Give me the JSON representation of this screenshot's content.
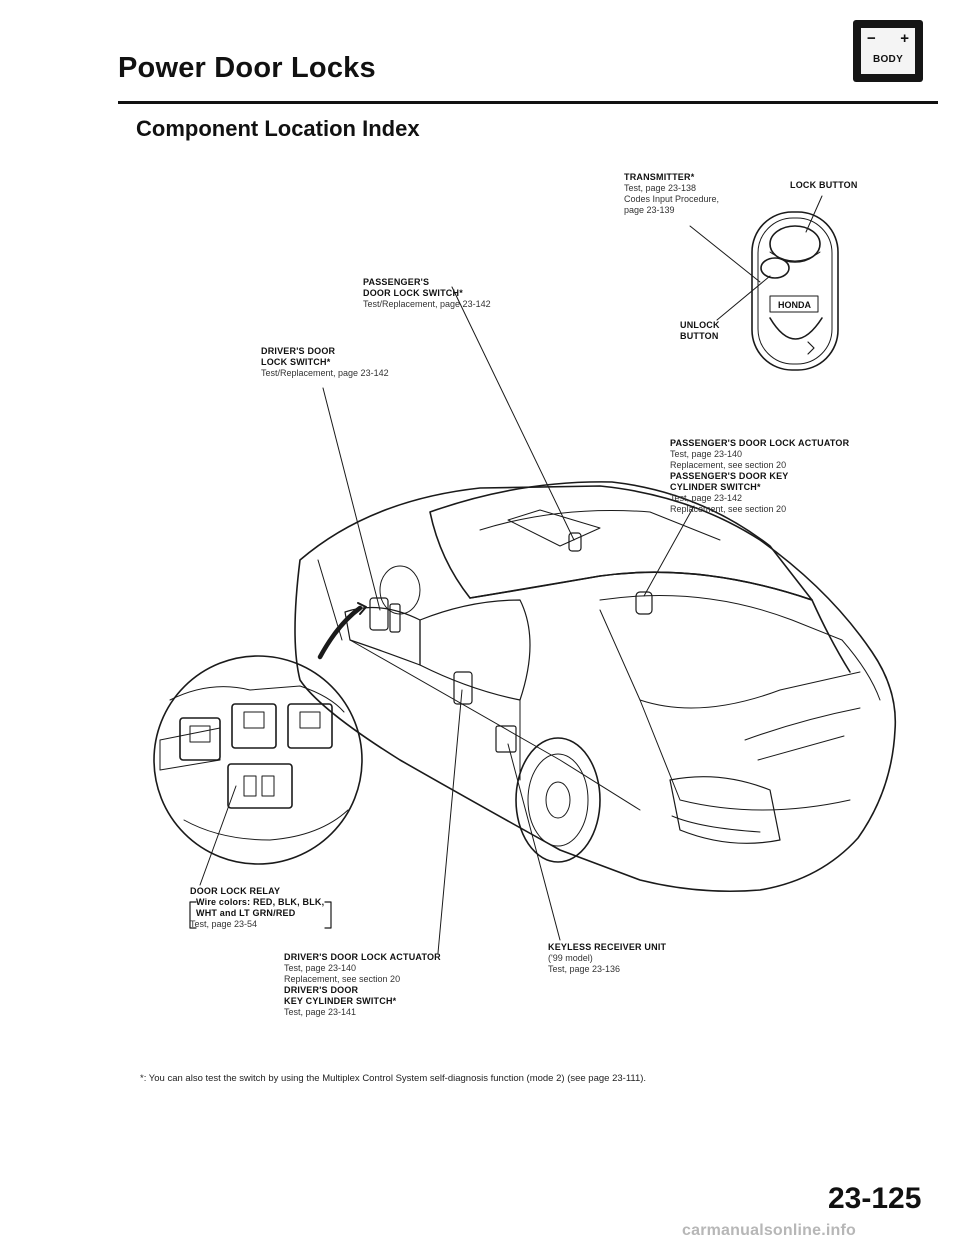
{
  "header": {
    "title": "Power Door Locks",
    "subtitle": "Component Location Index",
    "badge": {
      "minus": "−",
      "plus": "+",
      "text": "BODY"
    }
  },
  "labels": {
    "transmitter": {
      "title": "TRANSMITTER*",
      "lines": [
        "Test, page 23-138",
        "Codes Input Procedure,",
        "page 23-139"
      ]
    },
    "lock_button": {
      "title": "LOCK BUTTON"
    },
    "unlock_button": {
      "title": [
        "UNLOCK",
        "BUTTON"
      ]
    },
    "remote_brand": "HONDA",
    "passengers_door_lock_switch": {
      "title": [
        "PASSENGER'S",
        "DOOR LOCK SWITCH*"
      ],
      "lines": [
        "Test/Replacement, page 23-142"
      ]
    },
    "drivers_door_lock_switch": {
      "title": [
        "DRIVER'S DOOR",
        "LOCK SWITCH*"
      ],
      "lines": [
        "Test/Replacement, page 23-142"
      ]
    },
    "passengers_actuator": {
      "title": "PASSENGER'S DOOR LOCK ACTUATOR",
      "lines": [
        "Test, page 23-140",
        "Replacement, see section 20"
      ],
      "title2": [
        "PASSENGER'S DOOR KEY",
        "CYLINDER SWITCH*"
      ],
      "lines2": [
        "Test, page 23-142",
        "Replacement, see section 20"
      ]
    },
    "door_lock_relay": {
      "title": "DOOR LOCK RELAY",
      "wire": [
        "Wire colors: RED, BLK, BLK,",
        "WHT and LT GRN/RED"
      ],
      "lines": [
        "Test, page 23-54"
      ]
    },
    "drivers_actuator": {
      "title": "DRIVER'S DOOR LOCK ACTUATOR",
      "lines": [
        "Test, page 23-140",
        "Replacement, see section 20"
      ],
      "title2": [
        "DRIVER'S DOOR",
        "KEY CYLINDER SWITCH*"
      ],
      "lines2": [
        "Test, page 23-141"
      ]
    },
    "keyless_receiver": {
      "title": "KEYLESS RECEIVER UNIT",
      "lines": [
        "('99 model)",
        "Test, page 23-136"
      ]
    }
  },
  "footnote": "*: You can also test the switch by using the Multiplex Control System self-diagnosis function (mode 2) (see page 23-111).",
  "page_number": "23-125",
  "watermark": "carmanualsonline.info"
}
